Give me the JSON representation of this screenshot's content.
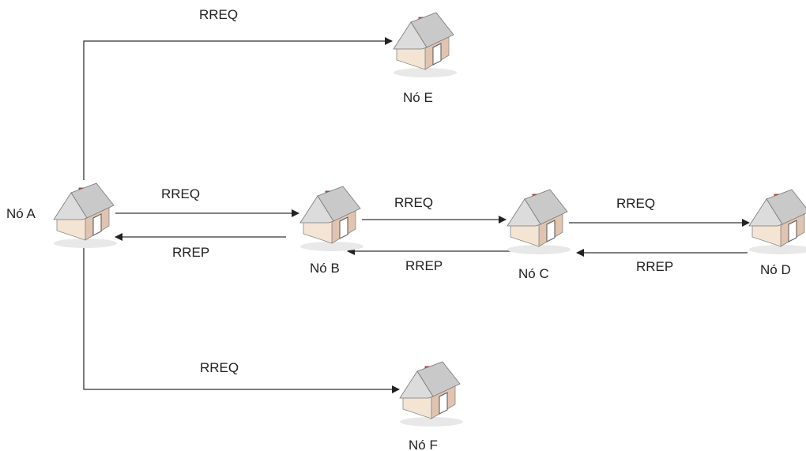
{
  "colors": {
    "line": "#333333",
    "roof": "#c9c9c9",
    "wall_front": "#f4e4d4",
    "wall_side": "#e0c4b0",
    "chimney": "#d9534f",
    "text": "#222222"
  },
  "icons": {
    "node": "house-icon"
  },
  "nodes": {
    "a": {
      "label": "Nó A"
    },
    "b": {
      "label": "Nó B"
    },
    "c": {
      "label": "Nó C"
    },
    "d": {
      "label": "Nó D"
    },
    "e": {
      "label": "Nó E"
    },
    "f": {
      "label": "Nó F"
    }
  },
  "edges": {
    "a_e": {
      "label": "RREQ"
    },
    "a_b_req": {
      "label": "RREQ"
    },
    "b_a_rep": {
      "label": "RREP"
    },
    "b_c_req": {
      "label": "RREQ"
    },
    "c_b_rep": {
      "label": "RREP"
    },
    "c_d_req": {
      "label": "RREQ"
    },
    "d_c_rep": {
      "label": "RREP"
    },
    "a_f": {
      "label": "RREQ"
    }
  }
}
